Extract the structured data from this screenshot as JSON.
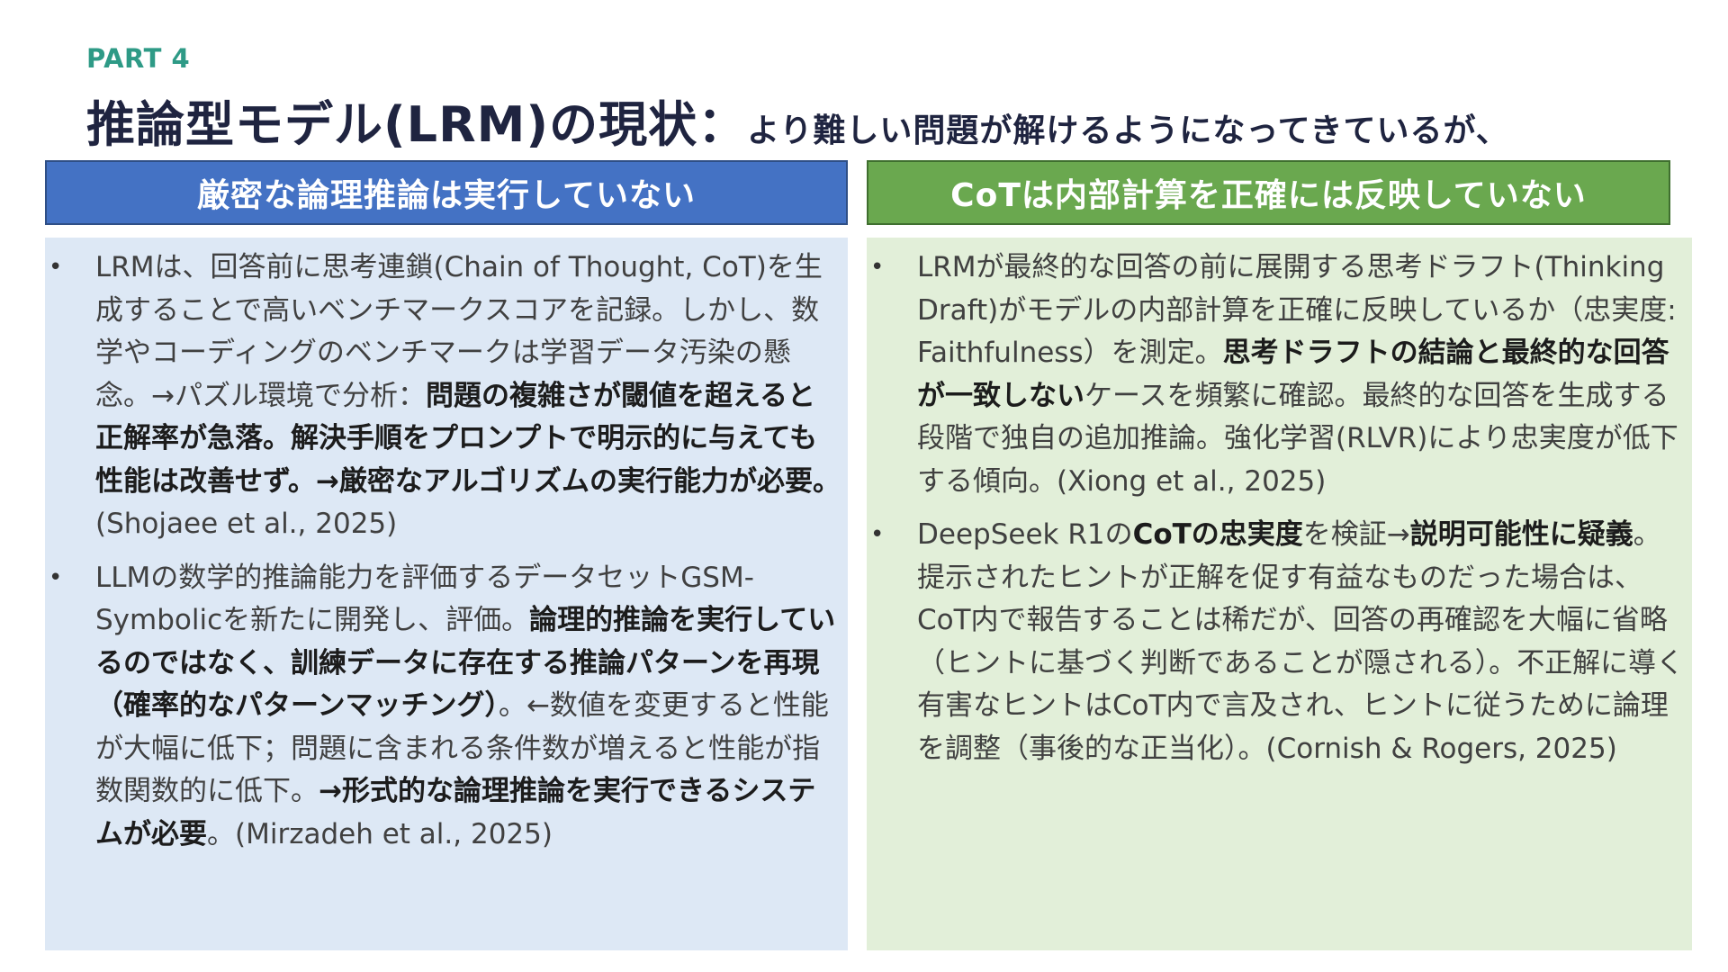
{
  "slide": {
    "part": "PART 4",
    "title_main": "推論型モデル(LRM)の現状：",
    "title_sub": "より難しい問題が解けるようになってきているが、"
  },
  "left": {
    "header": "厳密な論理推論は実行していない",
    "bullets": [
      [
        {
          "t": "LRMは、回答前に思考連鎖(Chain of Thought, CoT)を生成することで高いベンチマークスコアを記録。しかし、数学やコーディングのベンチマークは学習データ汚染の懸念。→パズル環境で分析：",
          "b": false
        },
        {
          "t": "問題の複雑さが閾値を超えると正解率が急落。解決手順をプロンプトで明示的に与えても性能は改善せず。→厳密なアルゴリズムの実行能力が必要。",
          "b": true
        },
        {
          "t": "(Shojaee et al., 2025)",
          "b": false
        }
      ],
      [
        {
          "t": "LLMの数学的推論能力を評価するデータセットGSM-Symbolicを新たに開発し、評価。",
          "b": false
        },
        {
          "t": "論理的推論を実行しているのではなく、訓練データに存在する推論パターンを再現（確率的なパターンマッチング）",
          "b": true
        },
        {
          "t": "。←数値を変更すると性能が大幅に低下；問題に含まれる条件数が増えると性能が指数関数的に低下。",
          "b": false
        },
        {
          "t": "→形式的な論理推論を実行できるシステムが必要",
          "b": true
        },
        {
          "t": "。(Mirzadeh et al., 2025)",
          "b": false
        }
      ]
    ]
  },
  "right": {
    "header": "CoTは内部計算を正確には反映していない",
    "bullets": [
      [
        {
          "t": "LRMが最終的な回答の前に展開する思考ドラフト(Thinking Draft)がモデルの内部計算を正確に反映しているか（忠実度: Faithfulness）を測定。",
          "b": false
        },
        {
          "t": "思考ドラフトの結論と最終的な回答が一致しない",
          "b": true
        },
        {
          "t": "ケースを頻繁に確認。最終的な回答を生成する段階で独自の追加推論。強化学習(RLVR)により忠実度が低下する傾向。(Xiong et al., 2025)",
          "b": false
        }
      ],
      [
        {
          "t": "DeepSeek R1の",
          "b": false
        },
        {
          "t": "CoTの忠実度",
          "b": true
        },
        {
          "t": "を検証→",
          "b": false
        },
        {
          "t": "説明可能性に疑義",
          "b": true
        },
        {
          "t": "。提示されたヒントが正解を促す有益なものだった場合は、CoT内で報告することは稀だが、回答の再確認を大幅に省略（ヒントに基づく判断であることが隠される）。不正解に導く有害なヒントはCoT内で言及され、ヒントに従うために論理を調整（事後的な正当化）。(Cornish & Rogers, 2025)",
          "b": false
        }
      ]
    ]
  }
}
